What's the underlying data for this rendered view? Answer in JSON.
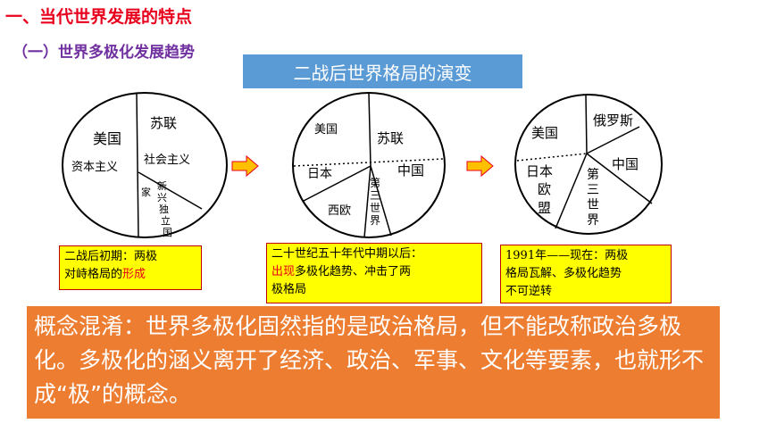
{
  "heading": "一、当代世界发展的特点",
  "subheading": "（一）世界多极化发展趋势",
  "banner": "二战后世界格局的演变",
  "pie1": {
    "usa": "美国",
    "usa_sub": "资本主义",
    "ussr": "苏联",
    "ussr_sub": "社会主义",
    "new_states": [
      "家",
      "新",
      "兴",
      "独",
      "立",
      "国"
    ]
  },
  "pie2": {
    "usa": "美国",
    "ussr": "苏联",
    "japan": "日本",
    "china": "中国",
    "western_europe": "西欧",
    "third_world": [
      "第",
      "三",
      "世",
      "界"
    ]
  },
  "pie3": {
    "usa": "美国",
    "russia": "俄罗斯",
    "japan_europe": [
      "日本",
      "欧",
      "盟"
    ],
    "china": "中国",
    "third_world": [
      "第",
      "三",
      "世",
      "界"
    ]
  },
  "captions": {
    "c1_line1": "二战后初期：两极",
    "c1_line2_pre": "对峙格局的",
    "c1_line2_red": "形成",
    "c2_line1": "二十世纪五十年代中期以后：",
    "c2_line2_red": "出现",
    "c2_line2_rest": "多极化趋势、冲击了两",
    "c2_line3": "极格局",
    "c3_line1": "1991年——现在：两极",
    "c3_line2": "格局瓦解、多极化趋势",
    "c3_line3": "不可逆转"
  },
  "notice": "概念混淆：世界多极化固然指的是政治格局，但不能改称政治多极化。多极化的涵义离开了经济、政治、军事、文化等要素，也就形不成“极”的概念。",
  "colors": {
    "heading": "#e8001c",
    "subheading": "#7030a0",
    "banner": "#5b9bd5",
    "notice": "#ed7d31",
    "caption_bg": "#ffff00",
    "arrow": "#ffc000"
  }
}
